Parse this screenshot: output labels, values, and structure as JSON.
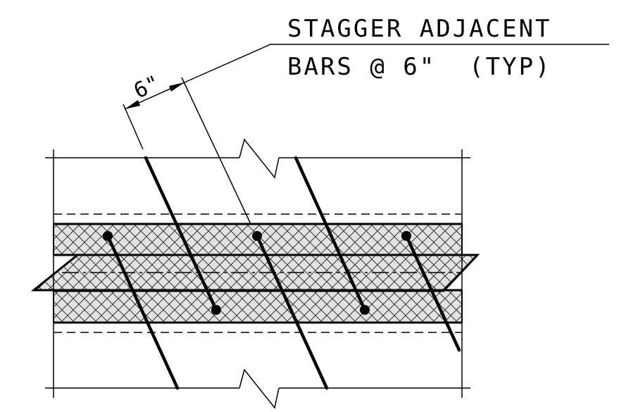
{
  "diagram": {
    "callout": {
      "line1": "STAGGER ADJACENT",
      "line2": "BARS @ 6\"  (TYP)"
    },
    "dimension": {
      "label": "6\""
    }
  }
}
